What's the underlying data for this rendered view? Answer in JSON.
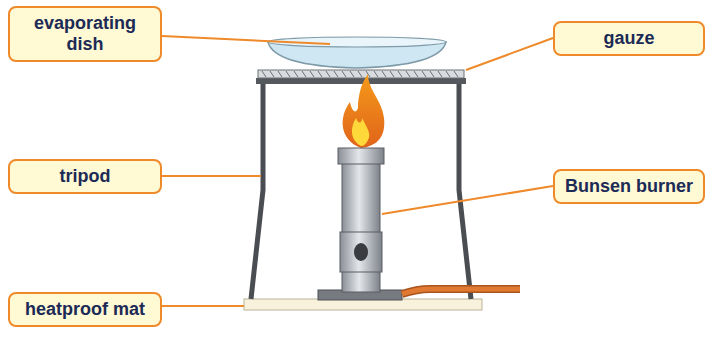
{
  "diagram": {
    "nodes": [
      {
        "text": [
          "evaporating dish"
        ]
      },
      {
        "text": [
          "gauze"
        ]
      },
      {
        "text": [
          "tripod"
        ]
      },
      {
        "text": [
          "Bunsen burner"
        ]
      },
      {
        "text": [
          "heatproof mat"
        ]
      }
    ]
  }
}
